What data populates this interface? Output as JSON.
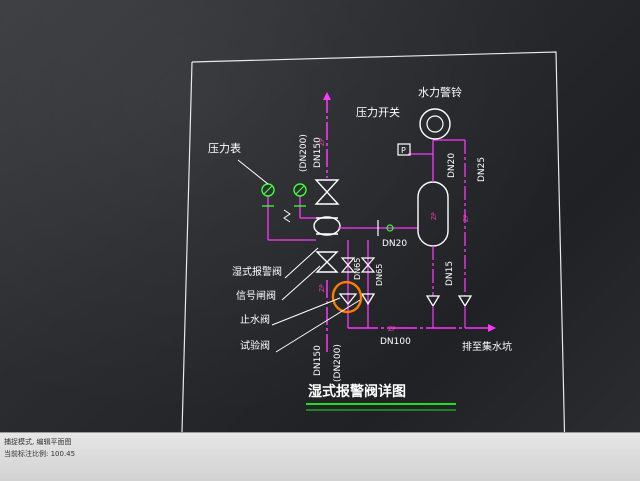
{
  "drawing": {
    "title": "湿式报警阀详图",
    "labels": {
      "pressure_gauge": "压力表",
      "pressure_switch": "压力开关",
      "water_bell": "水力警铃",
      "alarm_valve": "湿式报警阀",
      "signal_valve": "信号闸阀",
      "check_valve": "止水阀",
      "test_valve": "试验阀",
      "drain_to_pit": "排至集水坑",
      "dn150_top": "DN150",
      "dn200_top": "(DN200)",
      "dn150_bottom": "DN150",
      "dn200_bottom": "(DN200)",
      "dn65_a": "DN65",
      "dn65_b": "DN65",
      "dn20_mid": "DN20",
      "dn20_right": "DN20",
      "dn25": "DN25",
      "dn15": "DN15",
      "dn100": "DN100",
      "p_box": "P",
      "zp_marks": [
        "ZP",
        "ZP",
        "ZP",
        "ZP",
        "ZP"
      ]
    }
  },
  "status": {
    "line1": "捕捉模式, 编辑平面图",
    "line2": "当前标注比例: 100.45"
  },
  "colors": {
    "frame": "#e8e8e8",
    "pipe": "#ff33ff",
    "valve": "#ffffff",
    "gauge": "#33ff33",
    "text": "#ffffff",
    "accent_label": "#ff3fbf",
    "title_underline": "#22dd22",
    "highlight_circle": "#ff7a00"
  }
}
